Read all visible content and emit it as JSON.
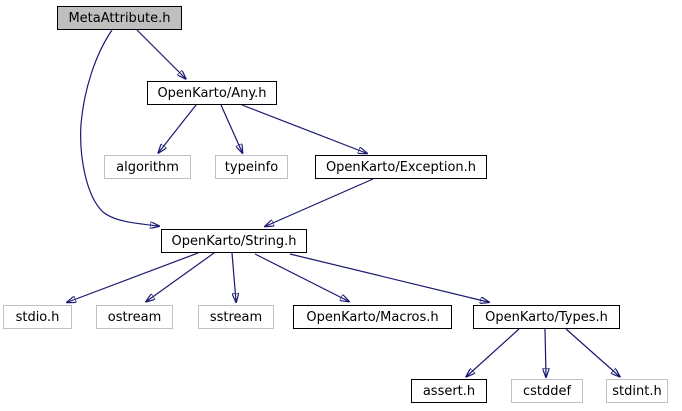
{
  "diagram": {
    "type": "include-dependency-graph",
    "root": "MetaAttribute.h",
    "colors": {
      "background": "#ffffff",
      "edge": "#191970",
      "current_node_fill": "#bfbfbf",
      "linked_node_border": "#000000",
      "plain_node_border": "#c0c0c0",
      "text": "#000000"
    }
  },
  "nodes": [
    {
      "id": "metaattribute-h",
      "label": "MetaAttribute.h",
      "kind": "current"
    },
    {
      "id": "openkarto-any-h",
      "label": "OpenKarto/Any.h",
      "kind": "linked"
    },
    {
      "id": "algorithm",
      "label": "algorithm",
      "kind": "plain"
    },
    {
      "id": "typeinfo",
      "label": "typeinfo",
      "kind": "plain"
    },
    {
      "id": "openkarto-exception-h",
      "label": "OpenKarto/Exception.h",
      "kind": "linked"
    },
    {
      "id": "openkarto-string-h",
      "label": "OpenKarto/String.h",
      "kind": "linked"
    },
    {
      "id": "stdio-h",
      "label": "stdio.h",
      "kind": "plain"
    },
    {
      "id": "ostream",
      "label": "ostream",
      "kind": "plain"
    },
    {
      "id": "sstream",
      "label": "sstream",
      "kind": "plain"
    },
    {
      "id": "openkarto-macros-h",
      "label": "OpenKarto/Macros.h",
      "kind": "linked"
    },
    {
      "id": "openkarto-types-h",
      "label": "OpenKarto/Types.h",
      "kind": "linked"
    },
    {
      "id": "assert-h",
      "label": "assert.h",
      "kind": "linked"
    },
    {
      "id": "cstddef",
      "label": "cstddef",
      "kind": "plain"
    },
    {
      "id": "stdint-h",
      "label": "stdint.h",
      "kind": "plain"
    }
  ],
  "edges": [
    {
      "from": "MetaAttribute.h",
      "to": "OpenKarto/Any.h"
    },
    {
      "from": "MetaAttribute.h",
      "to": "OpenKarto/String.h"
    },
    {
      "from": "OpenKarto/Any.h",
      "to": "algorithm"
    },
    {
      "from": "OpenKarto/Any.h",
      "to": "typeinfo"
    },
    {
      "from": "OpenKarto/Any.h",
      "to": "OpenKarto/Exception.h"
    },
    {
      "from": "OpenKarto/Exception.h",
      "to": "OpenKarto/String.h"
    },
    {
      "from": "OpenKarto/String.h",
      "to": "stdio.h"
    },
    {
      "from": "OpenKarto/String.h",
      "to": "ostream"
    },
    {
      "from": "OpenKarto/String.h",
      "to": "sstream"
    },
    {
      "from": "OpenKarto/String.h",
      "to": "OpenKarto/Macros.h"
    },
    {
      "from": "OpenKarto/String.h",
      "to": "OpenKarto/Types.h"
    },
    {
      "from": "OpenKarto/Types.h",
      "to": "assert.h"
    },
    {
      "from": "OpenKarto/Types.h",
      "to": "cstddef"
    },
    {
      "from": "OpenKarto/Types.h",
      "to": "stdint.h"
    }
  ]
}
